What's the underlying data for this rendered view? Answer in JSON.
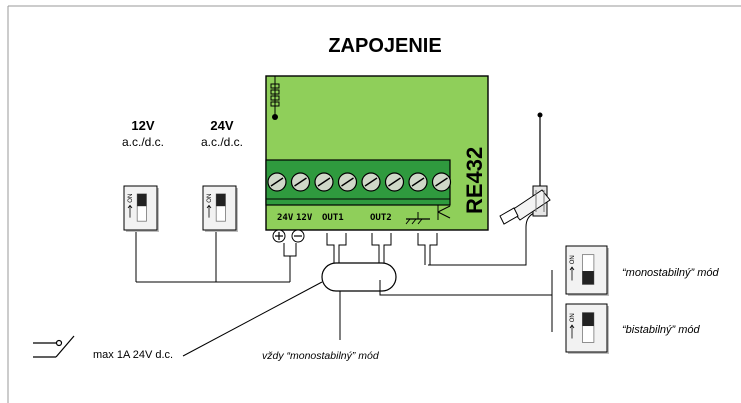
{
  "title": "ZAPOJENIE",
  "supplies": [
    {
      "voltage": "12V",
      "type": "a.c./d.c."
    },
    {
      "voltage": "24V",
      "type": "a.c./d.c."
    }
  ],
  "board": {
    "name": "RE432",
    "terminal_labels": [
      "24V",
      "12V",
      "OUT1",
      "OUT2"
    ],
    "polarity": [
      "+",
      "−"
    ],
    "color": "#8fcf5a",
    "terminal_color": "#2f9a3e"
  },
  "modes": {
    "mono": "“monostabilný” mód",
    "bi": "“bistabilný” mód"
  },
  "notes": {
    "contact": "max 1A 24V d.c.",
    "always_mono": "vždy “monostabilný” mód"
  },
  "dip": {
    "label": "ON"
  },
  "icons": [
    "relay-contact-icon",
    "antenna-icon",
    "ground-icon",
    "dip-switch-icon"
  ]
}
